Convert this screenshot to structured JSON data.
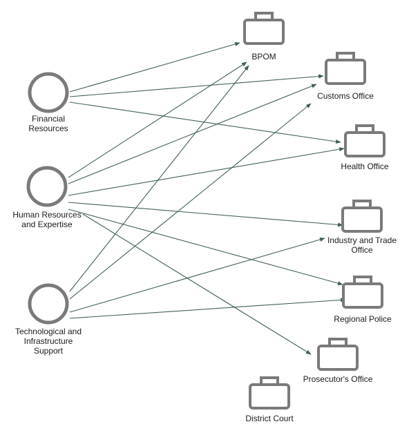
{
  "diagram": {
    "sources": [
      {
        "id": "fin",
        "lines": [
          "Financial",
          "Resources"
        ]
      },
      {
        "id": "hr",
        "lines": [
          "Human Resources",
          "and Expertise"
        ]
      },
      {
        "id": "tech",
        "lines": [
          "Technological and",
          "Infrastructure",
          "Support"
        ]
      }
    ],
    "targets": [
      {
        "id": "bpom",
        "lines": [
          "BPOM"
        ]
      },
      {
        "id": "customs",
        "lines": [
          "Customs Office"
        ]
      },
      {
        "id": "health",
        "lines": [
          "Health Office"
        ]
      },
      {
        "id": "industry",
        "lines": [
          "Industry and Trade",
          "Office"
        ]
      },
      {
        "id": "police",
        "lines": [
          "Regional Police"
        ]
      },
      {
        "id": "prosecutor",
        "lines": [
          "Prosecutor's Office"
        ]
      },
      {
        "id": "court",
        "lines": [
          "District Court"
        ]
      }
    ],
    "edges": [
      [
        "fin",
        "bpom"
      ],
      [
        "fin",
        "customs"
      ],
      [
        "fin",
        "health"
      ],
      [
        "hr",
        "bpom"
      ],
      [
        "hr",
        "customs"
      ],
      [
        "hr",
        "health"
      ],
      [
        "hr",
        "industry"
      ],
      [
        "hr",
        "police"
      ],
      [
        "hr",
        "prosecutor"
      ],
      [
        "tech",
        "bpom"
      ],
      [
        "tech",
        "customs"
      ],
      [
        "tech",
        "industry"
      ],
      [
        "tech",
        "police"
      ]
    ]
  }
}
